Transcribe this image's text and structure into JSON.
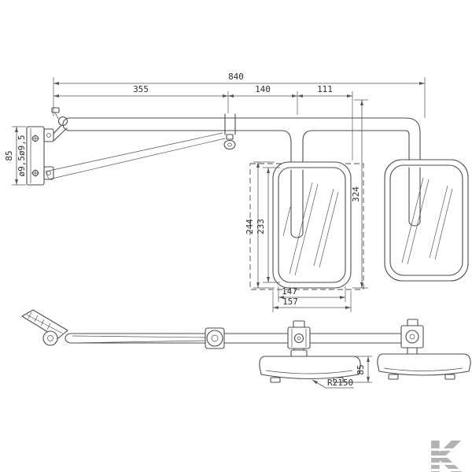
{
  "drawing": {
    "dims": {
      "overall_width": "840",
      "seg_left": "355",
      "seg_mid": "140",
      "seg_right": "111",
      "drop_height": "324",
      "mirror_outer_h": "244",
      "mirror_glass_h": "233",
      "mirror_glass_w": "147",
      "mirror_outer_w": "157",
      "bracket_h": "85",
      "hole_dia": "ø9,5ø9,5",
      "base_h": "85",
      "base_radius": "R2150"
    },
    "brand": {
      "letter": "K"
    }
  }
}
